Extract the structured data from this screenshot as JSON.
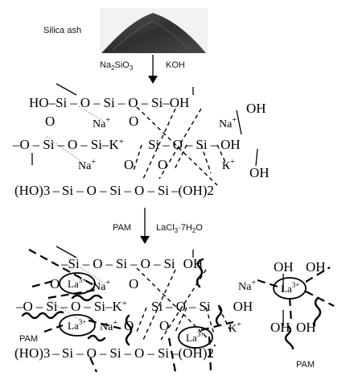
{
  "reactant_label": "Silica ash",
  "step1": {
    "reagent_a": "Na2SiO3",
    "reagent_b": "KOH"
  },
  "step2": {
    "reagent_a": "PAM",
    "reagent_b": "LaCl3·7H2O"
  },
  "cations": {
    "sodium": "Na",
    "potassium": "K",
    "lanthanum": "La"
  },
  "groups": {
    "silicon": "Si",
    "oxygen": "O",
    "bond": "–",
    "hydroxyl_left": "HO",
    "hydroxyl_right": "OH",
    "trihydroxy": "(HO)3",
    "dihydroxy": "(OH)2"
  },
  "polymer_label": "PAM",
  "colors": {
    "ink": "#000000",
    "ash_dark": "#3a3a3a",
    "ash_light": "#8a8a8a",
    "dotted": "#888888"
  }
}
